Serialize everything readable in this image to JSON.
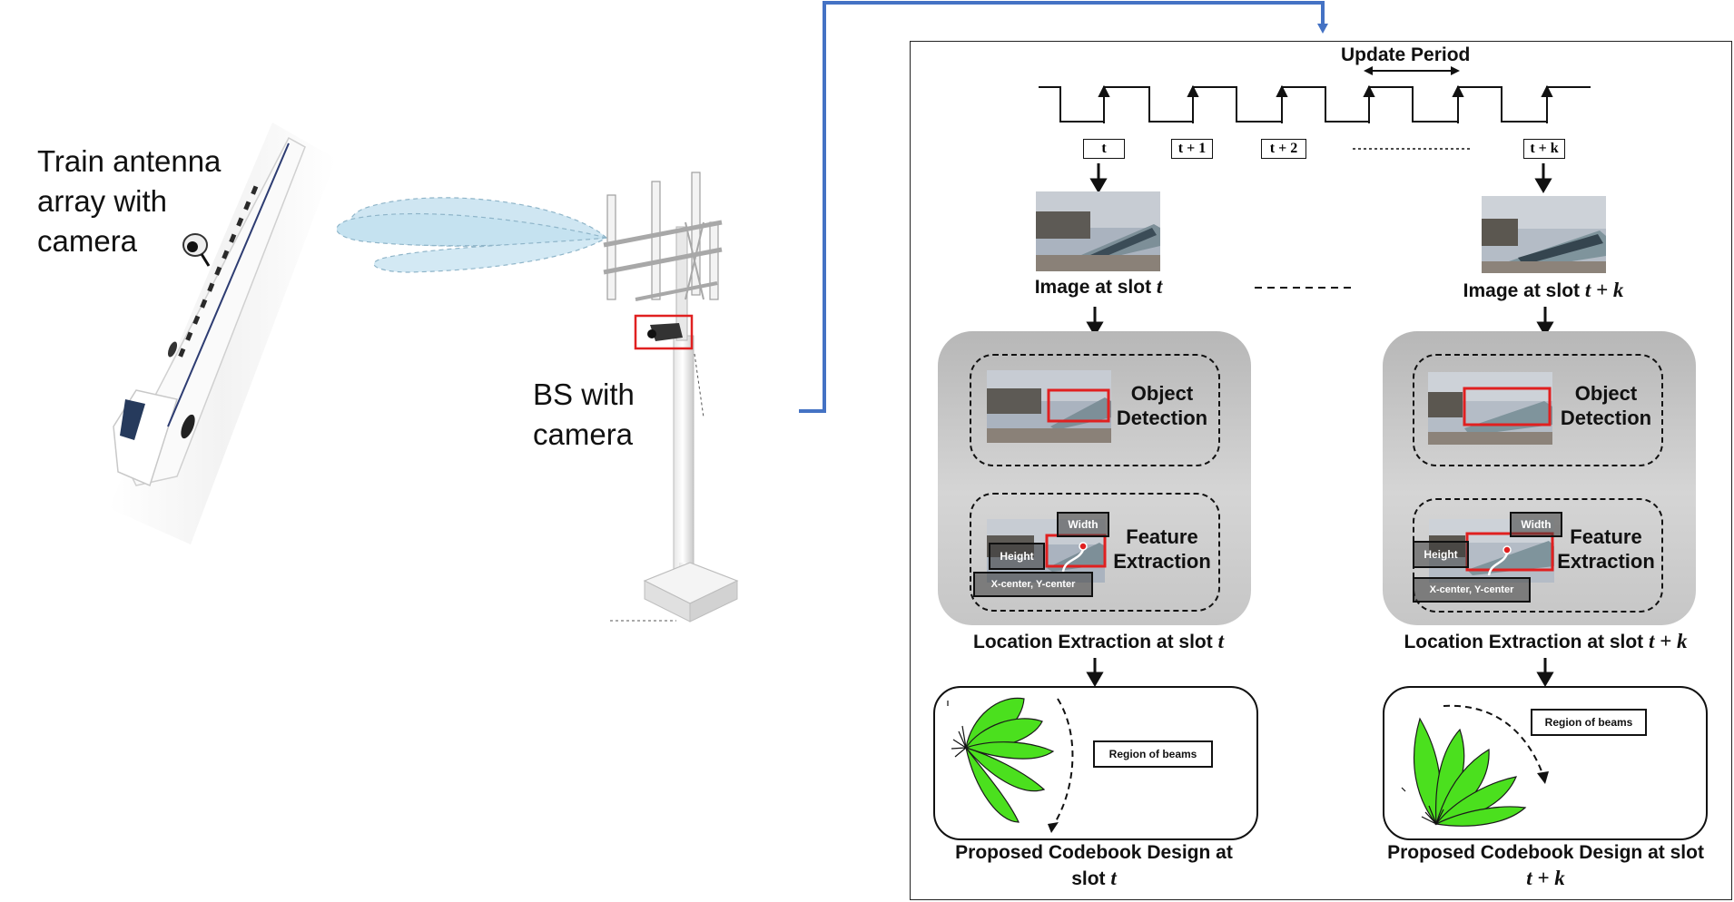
{
  "left_scene": {
    "train_label": [
      "Train antenna",
      "array with",
      "camera"
    ],
    "bs_label": [
      "BS with",
      "camera"
    ]
  },
  "timing": {
    "title": "Update Period",
    "slots": [
      "t",
      "t + 1",
      "t + 2",
      "t + k"
    ]
  },
  "left_column": {
    "image_caption": "Image at slot",
    "image_slot": "t",
    "object_detection": [
      "Object",
      "Detection"
    ],
    "feature_extraction": [
      "Feature",
      "Extraction"
    ],
    "tag_width": "Width",
    "tag_height": "Height",
    "tag_center": "X-center, Y-center",
    "location_caption": "Location Extraction at slot",
    "location_slot": "t",
    "region_label": "Region of beams",
    "codebook_caption": "Proposed Codebook Design at",
    "codebook_caption2": "slot",
    "codebook_slot": "t"
  },
  "right_column": {
    "image_caption": "Image at slot",
    "image_slot": "t + k",
    "object_detection": [
      "Object",
      "Detection"
    ],
    "feature_extraction": [
      "Feature",
      "Extraction"
    ],
    "tag_width": "Width",
    "tag_height": "Height",
    "tag_center": "X-center, Y-center",
    "location_caption": "Location Extraction at slot",
    "location_slot": "t + k",
    "region_label": "Region of beams",
    "codebook_caption": "Proposed Codebook Design at slot",
    "codebook_slot": "t + k"
  },
  "colors": {
    "connector": "#4472C4",
    "beam_fill": "#4be01e",
    "detect_box": "#e02020",
    "panel_gray": "#c8c8c8"
  }
}
